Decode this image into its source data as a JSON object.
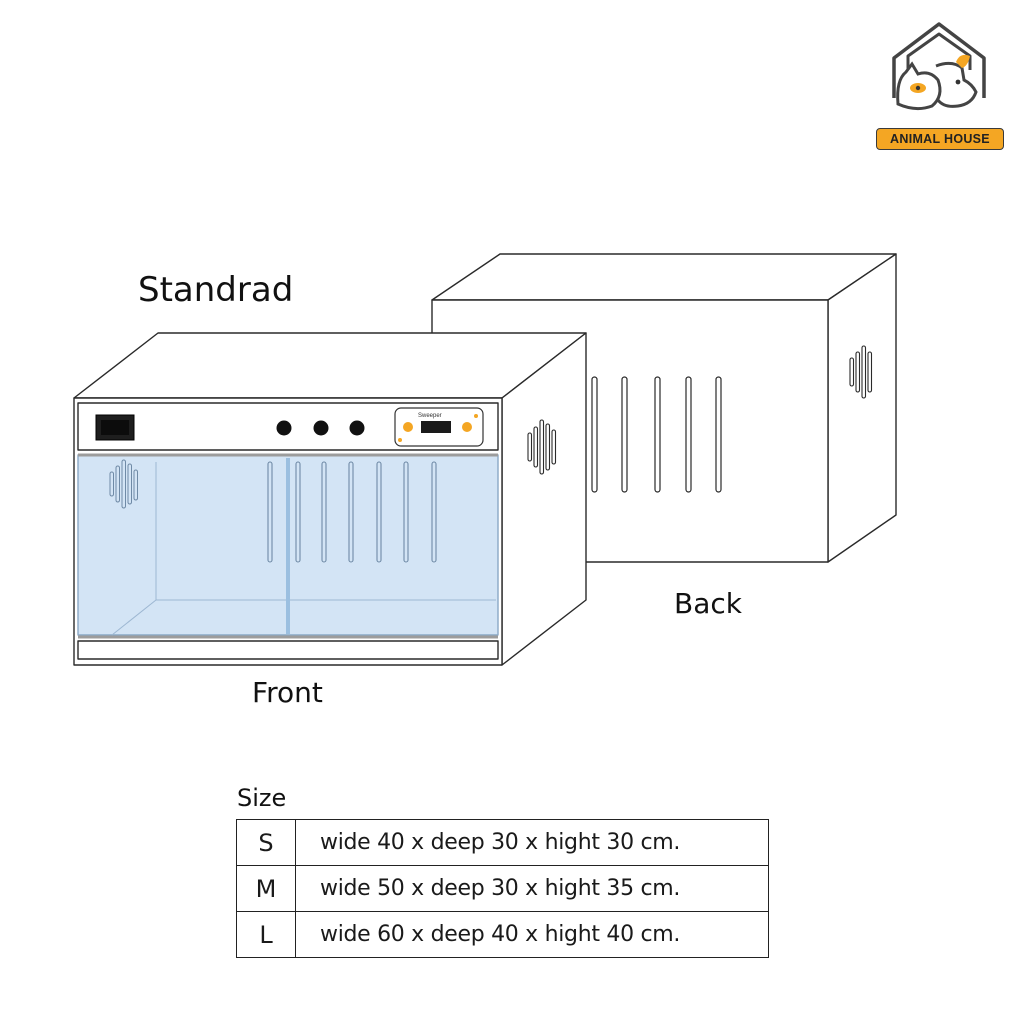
{
  "logo": {
    "brand": "ANIMAL HOUSE",
    "icon": "house-pets-icon",
    "accent": "#f4a623"
  },
  "diagram": {
    "title": "Standrad",
    "front_label": "Front",
    "back_label": "Back",
    "panel": {
      "brand_text": "Sweeper",
      "icons": [
        "power-switch-icon",
        "control-knob-icon",
        "control-knob-icon",
        "control-knob-icon",
        "thermostat-panel-icon"
      ]
    },
    "colors": {
      "glass": "#d3e4f5",
      "glass_edge": "#a9c9e8",
      "outline": "#2a2a2a"
    }
  },
  "size_table": {
    "title": "Size",
    "rows": [
      {
        "code": "S",
        "desc": "wide 40 x  deep 30 x hight 30  cm."
      },
      {
        "code": "M",
        "desc": "wide 50 x  deep 30 x hight 35  cm."
      },
      {
        "code": "L",
        "desc": "wide 60 x  deep 40 x hight 40  cm."
      }
    ]
  }
}
